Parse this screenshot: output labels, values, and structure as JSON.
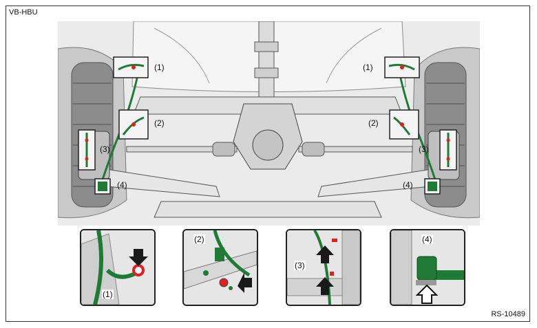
{
  "model_code": "VB-HBU",
  "figure_code": "RS-10489",
  "callouts": {
    "c1": "(1)",
    "c2": "(2)",
    "c3": "(3)",
    "c4": "(4)"
  }
}
